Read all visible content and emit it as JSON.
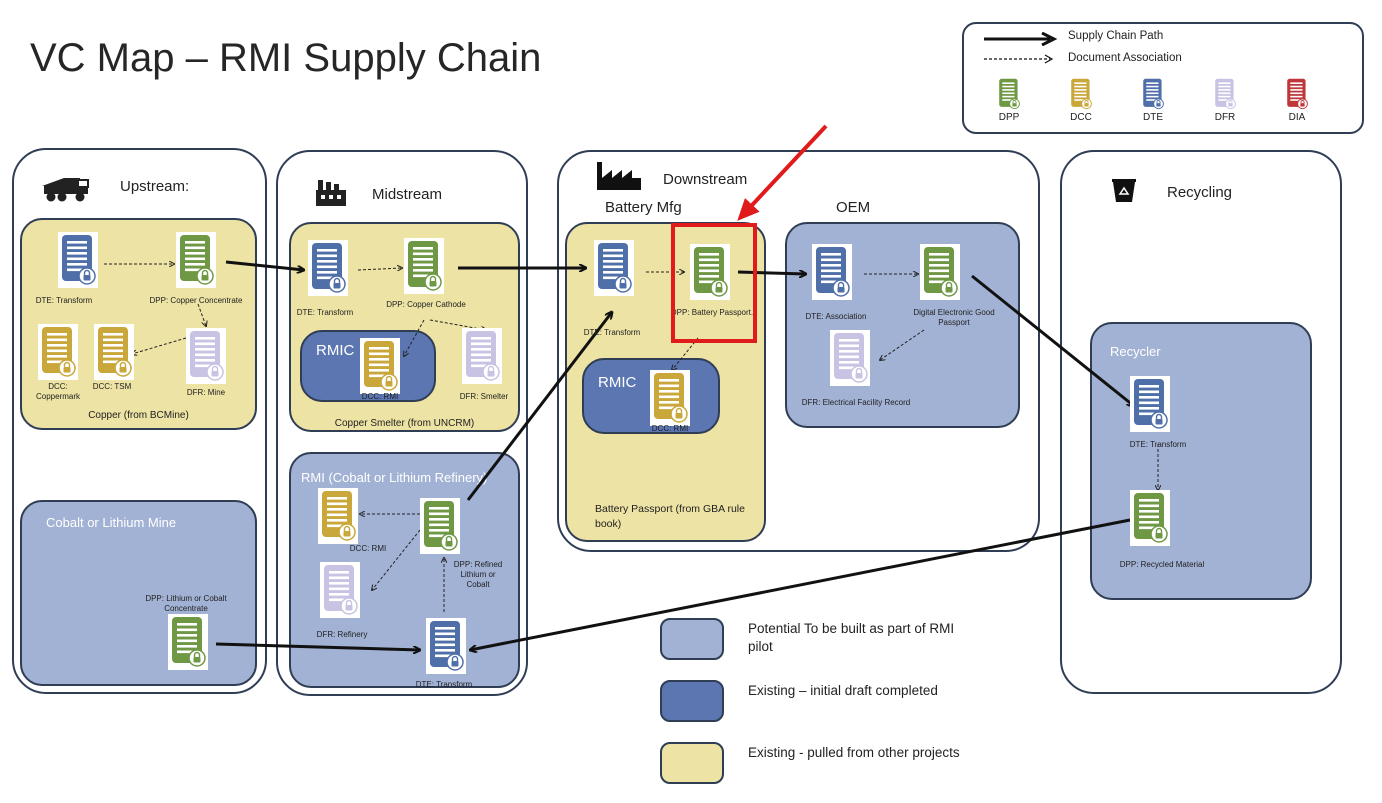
{
  "title": "VC Map – RMI Supply Chain",
  "colors": {
    "DPP": "#6f9845",
    "DCC": "#c9a73a",
    "DTE": "#4f6fa8",
    "DFR": "#c9c3e3",
    "DIA": "#c0373a",
    "tan": "#ede3a4",
    "light_blue": "#a2b2d4",
    "dark_blue": "#5b76b0",
    "highlight": "#e01b1b"
  },
  "legend": {
    "supply_chain_path": "Supply Chain Path",
    "document_association": "Document Association",
    "doc_types": [
      {
        "label": "DPP",
        "kind": "DPP"
      },
      {
        "label": "DCC",
        "kind": "DCC"
      },
      {
        "label": "DTE",
        "kind": "DTE"
      },
      {
        "label": "DFR",
        "kind": "DFR"
      },
      {
        "label": "DIA",
        "kind": "DIA"
      }
    ]
  },
  "stages": {
    "upstream": "Upstream:",
    "midstream": "Midstream",
    "downstream": "Downstream",
    "battery_mfg": "Battery Mfg",
    "oem": "OEM",
    "recycling": "Recycling"
  },
  "groups": {
    "copper_mine": "Copper (from BCMine)",
    "cobalt_mine": "Cobalt or Lithium Mine",
    "copper_smelter": "Copper Smelter (from UNCRM)",
    "rmi_refinery": "RMI (Cobalt or Lithium Refinery)",
    "rmic": "RMIC",
    "battery_passport": "Battery Passport (from GBA rule book)",
    "recycler": "Recycler"
  },
  "documents": {
    "up_dte": {
      "kind": "DTE",
      "label": "DTE: Transform"
    },
    "up_dpp": {
      "kind": "DPP",
      "label": "DPP: Copper Concentrate"
    },
    "up_dcc1": {
      "kind": "DCC",
      "label": "DCC: Coppermark"
    },
    "up_dcc2": {
      "kind": "DCC",
      "label": "DCC: TSM"
    },
    "up_dfr": {
      "kind": "DFR",
      "label": "DFR: Mine"
    },
    "cob_dpp": {
      "kind": "DPP",
      "label": "DPP: Lithium or Cobalt Concentrate"
    },
    "mid_dte": {
      "kind": "DTE",
      "label": "DTE: Transform"
    },
    "mid_dpp": {
      "kind": "DPP",
      "label": "DPP: Copper Cathode"
    },
    "mid_dcc": {
      "kind": "DCC",
      "label": "DCC: RMI"
    },
    "mid_dfr": {
      "kind": "DFR",
      "label": "DFR: Smelter"
    },
    "ref_dcc": {
      "kind": "DCC",
      "label": "DCC: RMI"
    },
    "ref_dpp": {
      "kind": "DPP",
      "label": "DPP: Refined Lithium or Cobalt"
    },
    "ref_dfr": {
      "kind": "DFR",
      "label": "DFR: Refinery"
    },
    "ref_dte": {
      "kind": "DTE",
      "label": "DTE: Transform"
    },
    "bat_dte": {
      "kind": "DTE",
      "label": "DTE: Transform"
    },
    "bat_dpp": {
      "kind": "DPP",
      "label": "DPP: Battery Passport."
    },
    "bat_dcc": {
      "kind": "DCC",
      "label": "DCC: RMI"
    },
    "oem_dte": {
      "kind": "DTE",
      "label": "DTE: Association"
    },
    "oem_dpp": {
      "kind": "DPP",
      "label": "Digital Electronic Good Passport"
    },
    "oem_dfr": {
      "kind": "DFR",
      "label": "DFR: Electrical Facility Record"
    },
    "rec_dte": {
      "kind": "DTE",
      "label": "DTE: Transform"
    },
    "rec_dpp": {
      "kind": "DPP",
      "label": "DPP: Recycled Material"
    }
  },
  "key": [
    {
      "label": "Potential To be built as part of RMI pilot",
      "color": "#a2b2d4"
    },
    {
      "label": "Existing – initial draft completed",
      "color": "#5b76b0"
    },
    {
      "label": "Existing - pulled from other projects",
      "color": "#ede3a4"
    }
  ]
}
